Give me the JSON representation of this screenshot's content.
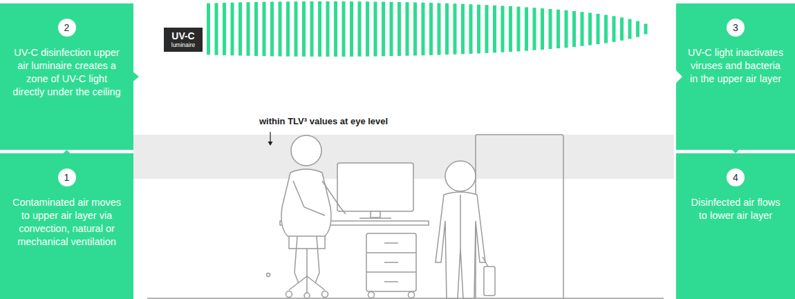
{
  "diagram": {
    "nodes": [
      {
        "text": [
          "1",
          "Contaminated air moves to upper air layer via convection, natural or mechanical ventilation"
        ]
      },
      {
        "text": [
          "2",
          "UV-C disinfection upper air luminaire creates a zone of UV-C light directly under the ceiling"
        ]
      },
      {
        "text": [
          "3",
          "UV-C light inactivates viruses and bacteria in the upper air layer"
        ]
      },
      {
        "text": [
          "4",
          "Disinfected air flows to lower air layer"
        ]
      },
      {
        "text": [
          "UV-C",
          "luminaire"
        ]
      }
    ],
    "edges": [
      {
        "from": 0,
        "to": 1,
        "arrow": "to"
      },
      {
        "from": 1,
        "to": 2,
        "arrow": "to"
      },
      {
        "from": 2,
        "to": 3,
        "arrow": "to"
      }
    ],
    "labels": [
      "within TLV³ values at eye level"
    ]
  }
}
